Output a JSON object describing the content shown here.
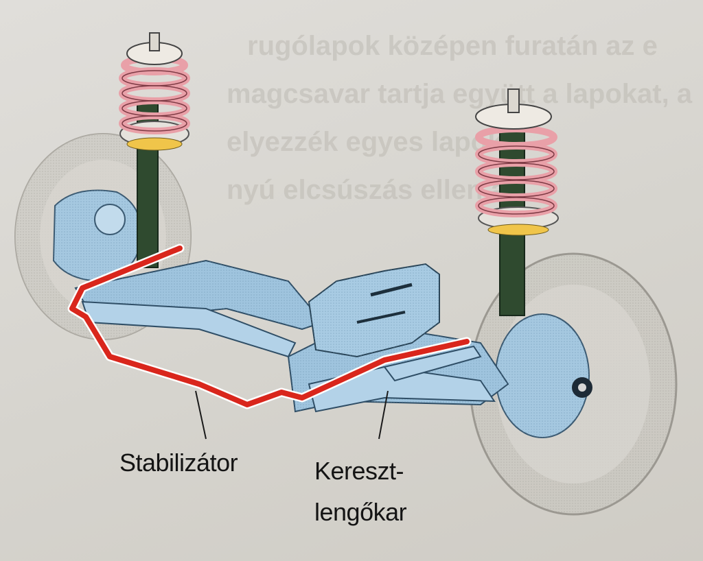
{
  "labels": {
    "stabilizer": "Stabilizátor",
    "cross_arm_line1": "Kereszt-",
    "cross_arm_line2": "lengőkar"
  },
  "background_text": [
    "rugólapok középen furatán az e",
    "magcsavar tartja együtt a lapokat, a",
    "elyezzék egyes lapok h",
    "nyú elcsúszás ellen a"
  ],
  "colors": {
    "page_background": "#d9d7d1",
    "stabilizer_bar": "#d9261c",
    "chassis_parts": "#9fc4de",
    "strut_rod": "#2f4a2f",
    "coil_spring": "#e9a0a8",
    "brake_disc": "#b8b5ae",
    "label_text": "#141414"
  }
}
